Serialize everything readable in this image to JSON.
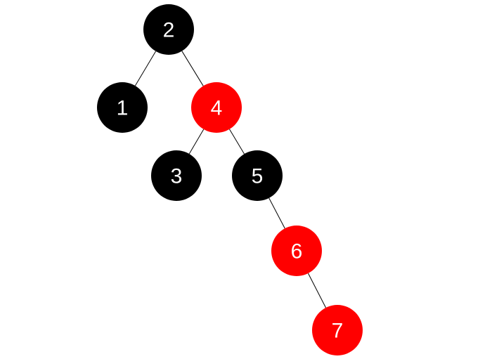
{
  "colors": {
    "black_node": "#000000",
    "red_node": "#ff0000",
    "label": "#ffffff",
    "edge": "#000000",
    "background": "#ffffff"
  },
  "nodes": [
    {
      "id": "n2",
      "label": "2",
      "color": "black"
    },
    {
      "id": "n1",
      "label": "1",
      "color": "black"
    },
    {
      "id": "n4",
      "label": "4",
      "color": "red"
    },
    {
      "id": "n3",
      "label": "3",
      "color": "black"
    },
    {
      "id": "n5",
      "label": "5",
      "color": "black"
    },
    {
      "id": "n6",
      "label": "6",
      "color": "red"
    },
    {
      "id": "n7",
      "label": "7",
      "color": "red"
    }
  ],
  "edges": [
    {
      "from": "n2",
      "to": "n1"
    },
    {
      "from": "n2",
      "to": "n4"
    },
    {
      "from": "n4",
      "to": "n3"
    },
    {
      "from": "n4",
      "to": "n5"
    },
    {
      "from": "n5",
      "to": "n6"
    },
    {
      "from": "n6",
      "to": "n7"
    }
  ]
}
